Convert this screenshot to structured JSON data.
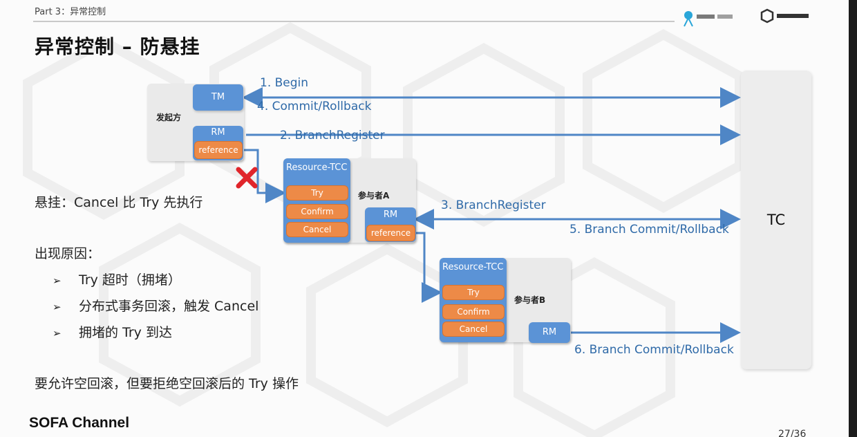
{
  "header": {
    "part": "Part 3：异常控制",
    "title": "异常控制 – 防悬挂"
  },
  "left_text": {
    "definition": "悬挂：Cancel 比 Try 先执行",
    "cause_heading": "出现原因：",
    "causes": [
      "Try 超时（拥堵）",
      "分布式事务回滚，触发 Cancel",
      "拥堵的 Try 到达"
    ],
    "conclusion": "要允许空回滚，但要拒绝空回滚后的 Try 操作"
  },
  "footer": {
    "brand": "SOFA Channel",
    "page": "27/36"
  },
  "diagram": {
    "initiator": {
      "label": "发起方",
      "tm": "TM",
      "rm": "RM",
      "reference": "reference"
    },
    "participant_a": {
      "label": "参与者A",
      "resource": "Resource-TCC",
      "try": "Try",
      "confirm": "Confirm",
      "cancel": "Cancel",
      "rm": "RM",
      "reference": "reference"
    },
    "participant_b": {
      "label": "参与者B",
      "resource": "Resource-TCC",
      "try": "Try",
      "confirm": "Confirm",
      "cancel": "Cancel",
      "rm": "RM"
    },
    "tc": "TC",
    "arrows": {
      "begin": "1. Begin",
      "branch_register_1": "2. BranchRegister",
      "branch_register_2": "3. BranchRegister",
      "commit_rollback": "4. Commit/Rollback",
      "branch_commit_5": "5. Branch Commit/Rollback",
      "branch_commit_6": "6. Branch Commit/Rollback"
    }
  },
  "colors": {
    "blue": "#5b93d6",
    "orange": "#ed8a47",
    "arrow": "#4f86c6",
    "cross": "#e0252b"
  }
}
